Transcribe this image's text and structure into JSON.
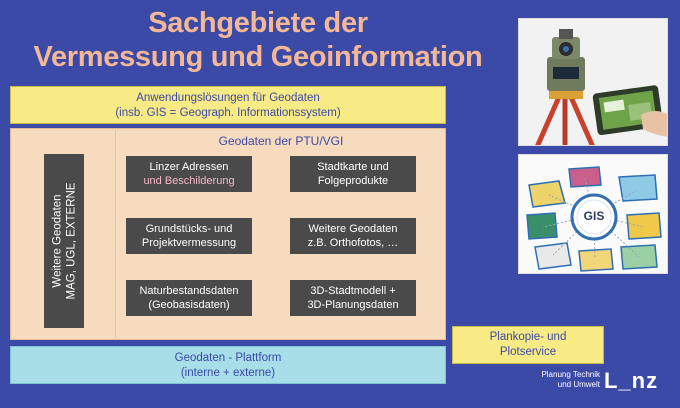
{
  "title": {
    "line1": "Sachgebiete der",
    "line2": "Vermessung und Geoinformation"
  },
  "apps": {
    "line1": "Anwendungslösungen für Geodaten",
    "line2": "(insb. GIS = Geograph. Informationssystem)"
  },
  "left": {
    "line1": "Weitere Geodaten",
    "line2": "MAG, UGL, EXTERNE"
  },
  "right": {
    "title": "Geodaten der PTU/VGI",
    "boxes": [
      {
        "line1": "Linzer Adressen",
        "line2": "und Beschilderung"
      },
      {
        "line1": "Stadtkarte und",
        "line2": "Folgeprodukte"
      },
      {
        "line1": "Grundstücks- und",
        "line2": "Projektvermessung"
      },
      {
        "line1": "Weitere Geodaten",
        "line2": "z.B. Orthofotos, …"
      },
      {
        "line1": "Naturbestandsdaten",
        "line2": "(Geobasisdaten)"
      },
      {
        "line1": "3D-Stadtmodell +",
        "line2": "3D-Planungsdaten"
      }
    ]
  },
  "plankopie": {
    "line1": "Plankopie- und",
    "line2": "Plotservice"
  },
  "platform": {
    "line1": "Geodaten - Plattform",
    "line2": "(interne + externe)"
  },
  "gis_label": "GIS",
  "department": {
    "line1": "Planung Technik",
    "line2": "und Umwelt"
  },
  "logo": "L_nz",
  "colors": {
    "background": "#3a4aa6",
    "title": "#f4b896",
    "yellow": "#f8ea84",
    "peach": "#f7dbbe",
    "dark_box": "#4a4a4a",
    "platform": "#a8dee8"
  }
}
